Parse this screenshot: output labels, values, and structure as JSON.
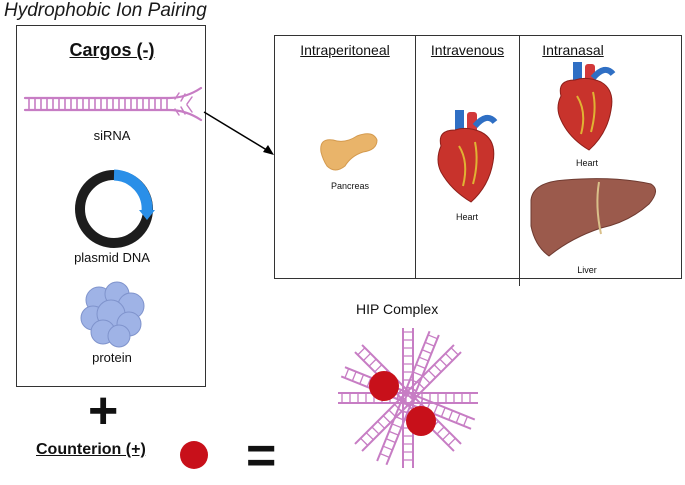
{
  "title": "Hydrophobic Ion Pairing",
  "cargos": {
    "heading": "Cargos (-)",
    "items": [
      {
        "label": "siRNA"
      },
      {
        "label": "plasmid DNA"
      },
      {
        "label": "protein"
      }
    ]
  },
  "routes": [
    {
      "heading": "Intraperitoneal",
      "organs": [
        "Pancreas"
      ]
    },
    {
      "heading": "Intravenous",
      "organs": [
        "Heart"
      ]
    },
    {
      "heading": "Intranasal",
      "organs": [
        "Heart",
        "Liver"
      ]
    }
  ],
  "operator_plus": "+",
  "counterion_label": "Counterion (+)",
  "operator_equals": "=",
  "hip_complex_label": "HIP Complex",
  "colors": {
    "sirna": "#c77dc4",
    "dna_ring": "#1d1d1d",
    "dna_arc": "#2a8fe8",
    "protein": "#9fb3e6",
    "counterion": "#c8101a",
    "pancreas": "#e9b46a",
    "liver": "#9b5a4c",
    "heart": "#c8332c"
  }
}
